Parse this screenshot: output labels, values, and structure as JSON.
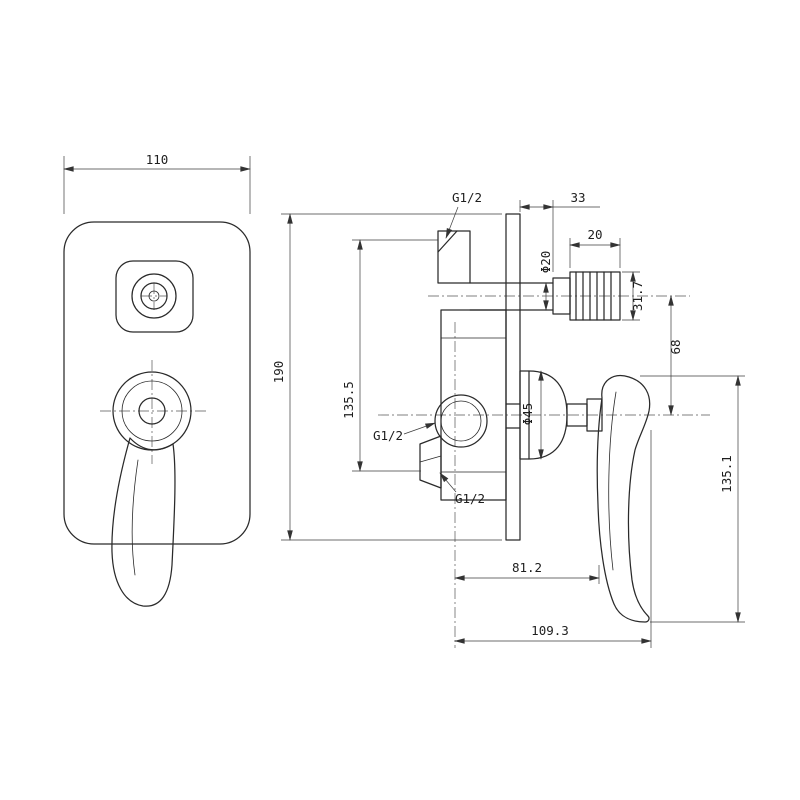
{
  "dims": {
    "front_width": "110",
    "plate_height": "190",
    "body_height": "135.5",
    "top_thread": "G1/2",
    "projection_33": "33",
    "block_20": "20",
    "pipe_dia": "Φ20",
    "block_height": "31.7",
    "center_dist": "68",
    "escutcheon_dia": "Φ45",
    "mid_thread": "G1/2",
    "bottom_thread": "G1/2",
    "depth_81": "81.2",
    "depth_109": "109.3",
    "handle_height": "135.1"
  }
}
